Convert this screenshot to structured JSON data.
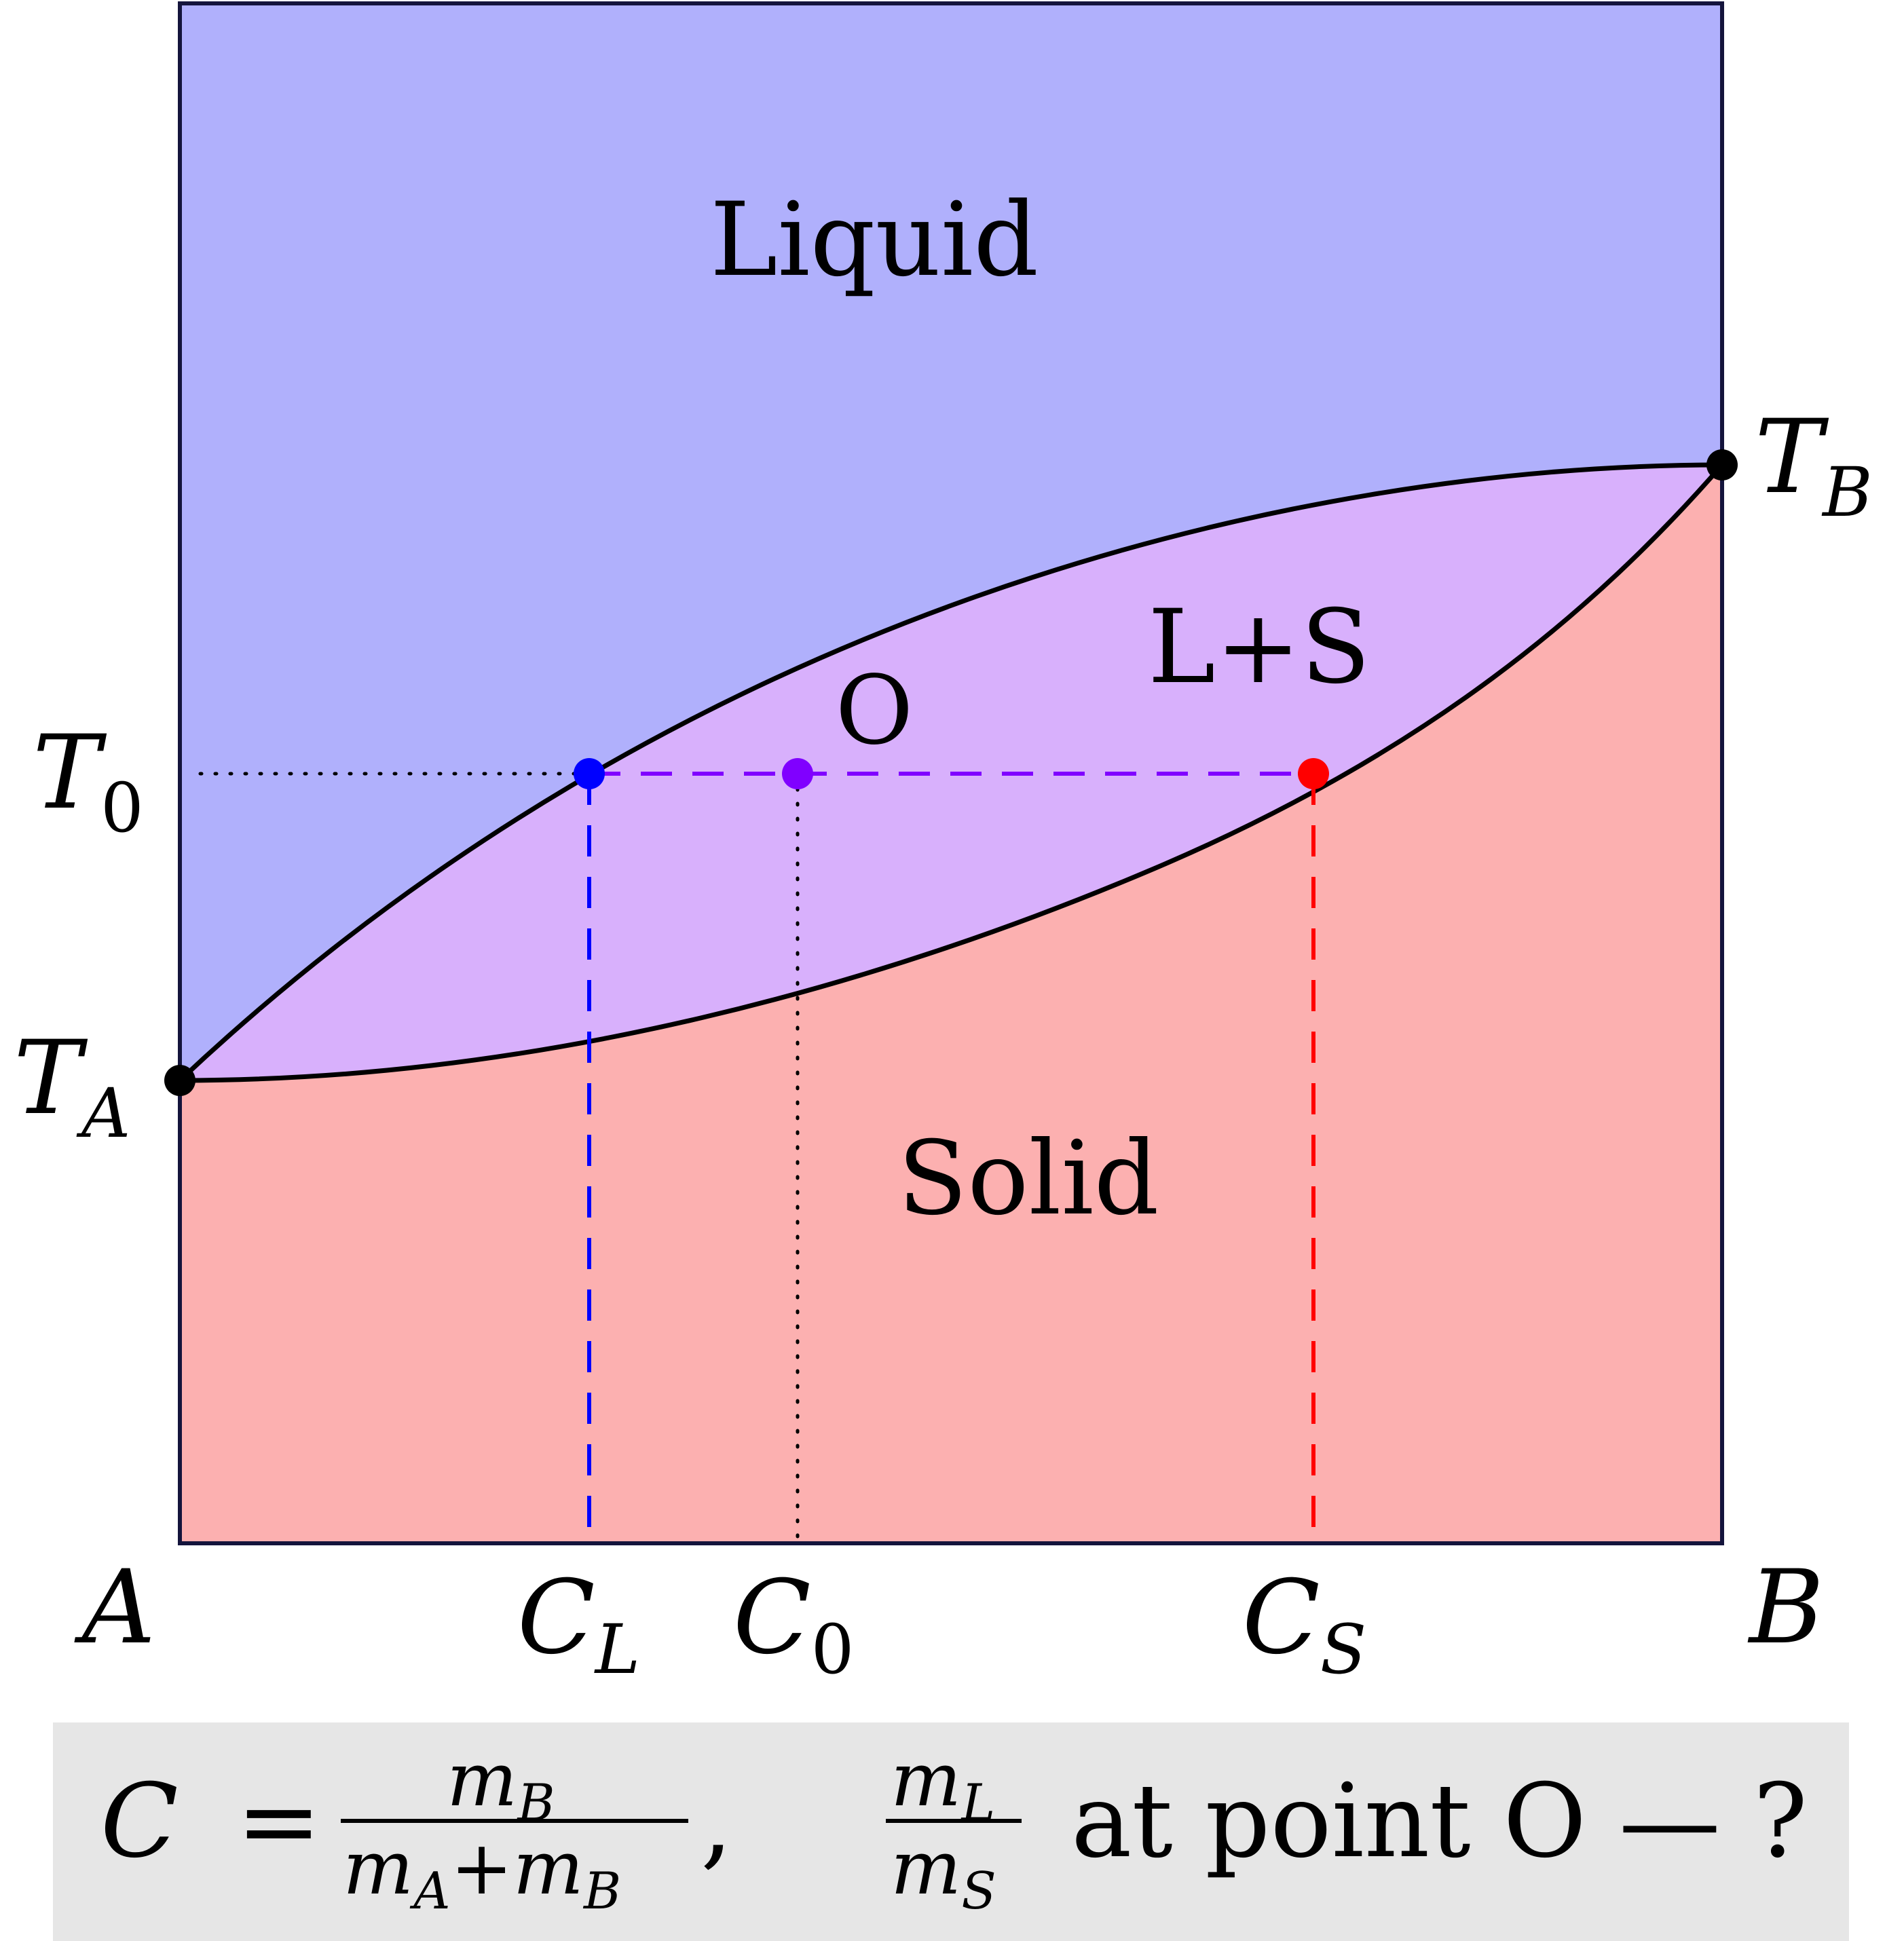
{
  "regions": {
    "liquid": {
      "label": "Liquid",
      "color": "#b0b0fc"
    },
    "two_phase": {
      "label": "L+S",
      "color": "#d8b0fc"
    },
    "solid": {
      "label": "Solid",
      "color": "#fcb0b0"
    }
  },
  "points": {
    "o_label": "O",
    "cl_color": "#0000ff",
    "c0_color": "#8000ff",
    "cs_color": "#ff0000"
  },
  "axis": {
    "left_label": "A",
    "right_label": "B",
    "tick_main": "C",
    "cl_sub": "L",
    "c0_sub": "0",
    "cs_sub": "S"
  },
  "temperatures": {
    "main": "T",
    "ta_sub": "A",
    "t0_sub": "0",
    "tb_sub": "B"
  },
  "formula": {
    "lhs": "C",
    "equals": "=",
    "num_var": "m",
    "num_sub": "B",
    "den_var1": "m",
    "den_sub1": "A",
    "den_plus": "+",
    "den_var2": "m",
    "den_sub2": "B",
    "comma": ",",
    "ratio_num_var": "m",
    "ratio_num_sub": "L",
    "ratio_den_var": "m",
    "ratio_den_sub": "S",
    "question": "at point O — ?"
  }
}
